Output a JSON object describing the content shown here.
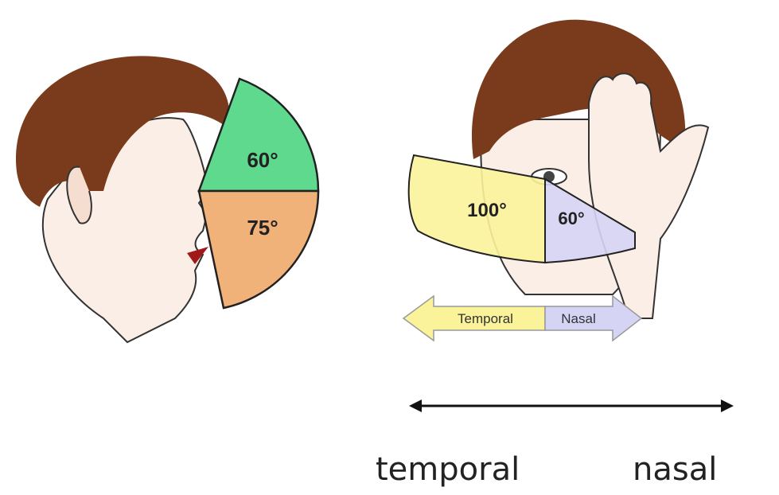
{
  "side_view": {
    "upper_angle": "60°",
    "lower_angle": "75°",
    "colors": {
      "upper": "#5fd98e",
      "lower": "#f1b27a",
      "hair": "#7a3b1c",
      "skin": "#fbeee6"
    }
  },
  "front_view": {
    "temporal_angle": "100°",
    "nasal_angle": "60°",
    "arrow_temporal_label": "Temporal",
    "arrow_nasal_label": "Nasal",
    "colors": {
      "temporal": "#fbf39a",
      "nasal": "#d6d4f5"
    }
  },
  "axis": {
    "left_label": "temporal",
    "right_label": "nasal"
  }
}
